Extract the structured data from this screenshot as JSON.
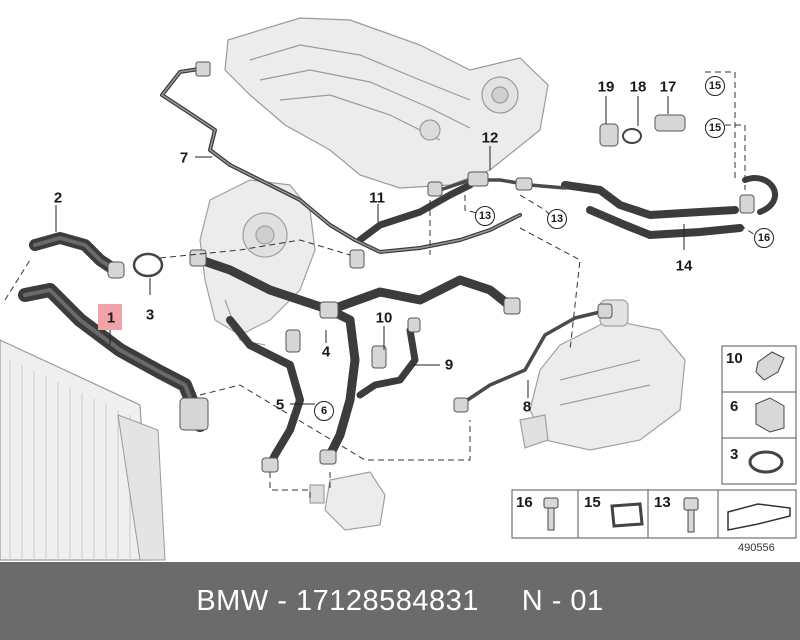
{
  "callouts": {
    "c1": "1",
    "c2": "2",
    "c3": "3",
    "c4": "4",
    "c5": "5",
    "c7": "7",
    "c8": "8",
    "c9": "9",
    "c10": "10",
    "c11": "11",
    "c12": "12",
    "c14": "14",
    "c17": "17",
    "c18": "18",
    "c19": "19"
  },
  "circled": {
    "c6": "6",
    "c13a": "13",
    "c13b": "13",
    "c15a": "15",
    "c15b": "15",
    "c16": "16"
  },
  "legend": {
    "l10": "10",
    "l6": "6",
    "l3": "3",
    "l16": "16",
    "l15": "15",
    "l13": "13"
  },
  "reference_number": "490556",
  "footer": {
    "brand": "BMW",
    "sep1": " - ",
    "part_number": "17128584831",
    "gap": "     ",
    "n_label": "N - 01"
  }
}
